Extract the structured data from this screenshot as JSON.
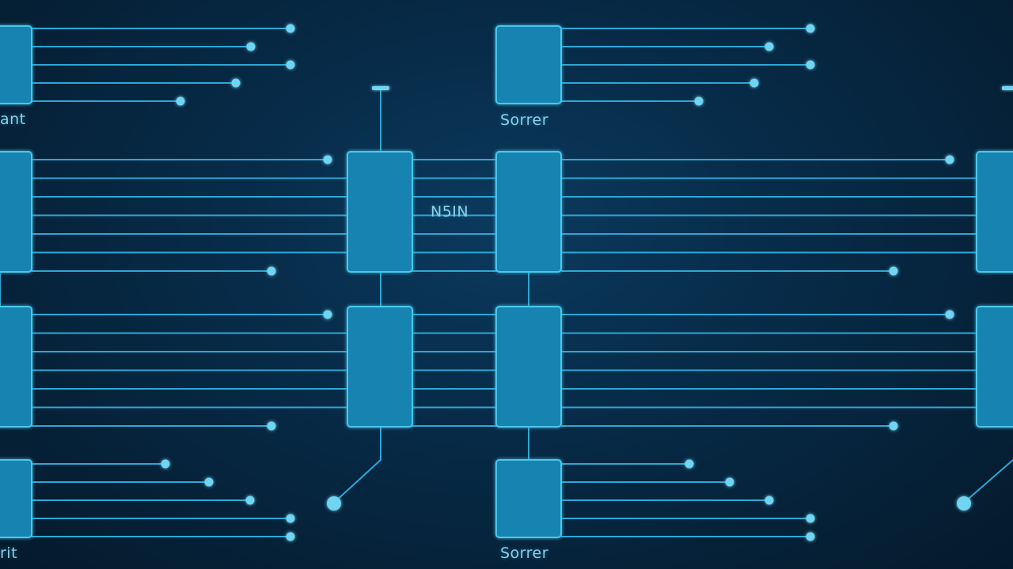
{
  "labels": {
    "top_left": "ant",
    "top_server": "Sorrer",
    "center": "N5IN",
    "bottom_server": "Sorrer",
    "bottom_left": "rit"
  },
  "colors": {
    "background": "#06223a",
    "line": "#2aa9d6",
    "node_fill": "#1583b0",
    "node_stroke": "#4cc6ea",
    "dot": "#6fd4f2"
  }
}
